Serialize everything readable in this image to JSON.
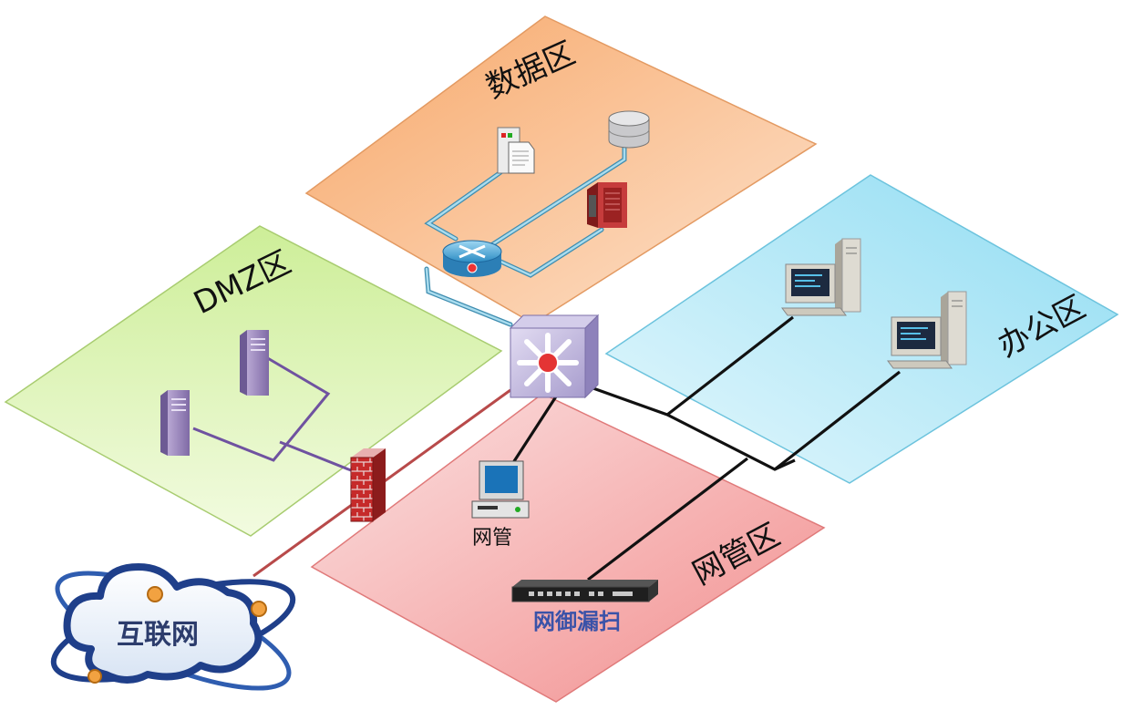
{
  "zones": {
    "data": {
      "label": "数据区"
    },
    "dmz": {
      "label": "DMZ区"
    },
    "office": {
      "label": "办公区"
    },
    "mgmt": {
      "label": "网管区"
    }
  },
  "nodes": {
    "mgmt_pc": {
      "label": "网管"
    },
    "scanner": {
      "label": "网御漏扫"
    },
    "internet": {
      "label": "互联网"
    }
  },
  "colors": {
    "data_zone": "#f7b98a",
    "dmz_zone": "#d8f0a8",
    "office_zone": "#a8e4f4",
    "mgmt_zone": "#f4a3a3",
    "link_data": "#5aa5c4",
    "link_dmz": "#7a5fa0",
    "link_internet": "#b85050",
    "link_office": "#111111"
  },
  "icons": [
    "core-switch-icon",
    "router-icon",
    "web-server-icon",
    "database-icon",
    "storage-server-icon",
    "tower-server-icon",
    "firewall-icon",
    "workstation-icon",
    "management-pc-icon",
    "rack-scanner-icon",
    "internet-cloud-icon"
  ]
}
